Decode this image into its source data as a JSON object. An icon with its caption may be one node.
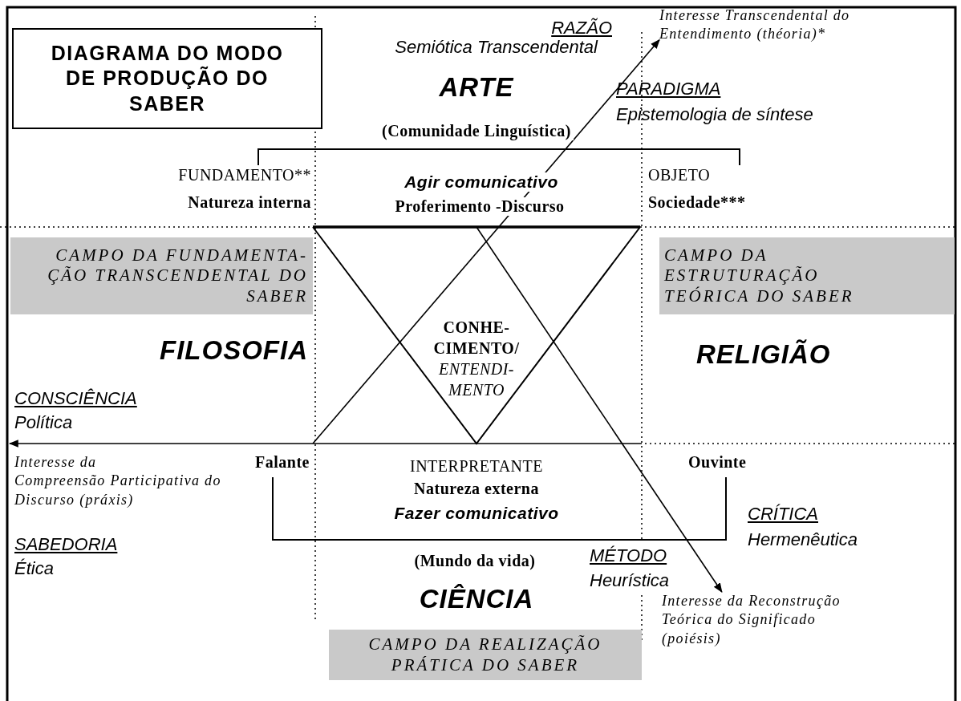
{
  "diagram": {
    "title": "DIAGRAMA DO MODO DE PRODUÇÃO DO SABER",
    "nodes": [
      {
        "text": [
          "Interesse Transcendental do Entendimento (théoria)*"
        ]
      },
      {
        "text": [
          "CONHE- CIMENTO/",
          "ENTENDI- MENTO"
        ]
      },
      {
        "text": [
          "CAMPO DA FUNDAMENTA- ÇÃO TRANSCENDENTAL DO SABER"
        ]
      },
      {
        "text": [
          "CAMPO DA ESTRUTURAÇÃO TEÓRICA DO SABER"
        ]
      },
      {
        "text": [
          "Interesse da Compreensão Participativa do Discurso (práxis)"
        ]
      },
      {
        "text": [
          "Interesse da Reconstrução Teórica do Significado (poiésis)"
        ]
      },
      {
        "text": [
          "CAMPO DA REALIZAÇÃO PRÁTICA DO SABER"
        ]
      }
    ],
    "edges": [
      {
        "from": 1,
        "to": 0,
        "arrow": "to"
      },
      {
        "from": 1,
        "to": 5,
        "arrow": "to"
      },
      {
        "from": 1,
        "to": 4,
        "arrow": "to"
      }
    ],
    "labels": [
      "RAZÃO",
      "Semiótica Transcendental",
      "ARTE",
      "PARADIGMA",
      "Epistemologia de síntese",
      "(Comunidade Linguística)",
      "FUNDAMENTO**",
      "Agir comunicativo",
      "OBJETO",
      "Natureza interna",
      "Proferimento -Discurso",
      "Sociedade***",
      "FILOSOFIA",
      "RELIGIÃO",
      "CONSCIÊNCIA",
      "Política",
      "Falante",
      "INTERPRETANTE",
      "Ouvinte",
      "Natureza externa",
      "Fazer comunicativo",
      "CRÍTICA",
      "Hermenêutica",
      "SABEDORIA",
      "Ética",
      "(Mundo da vida)",
      "MÉTODO",
      "Heurística",
      "CIÊNCIA"
    ]
  }
}
